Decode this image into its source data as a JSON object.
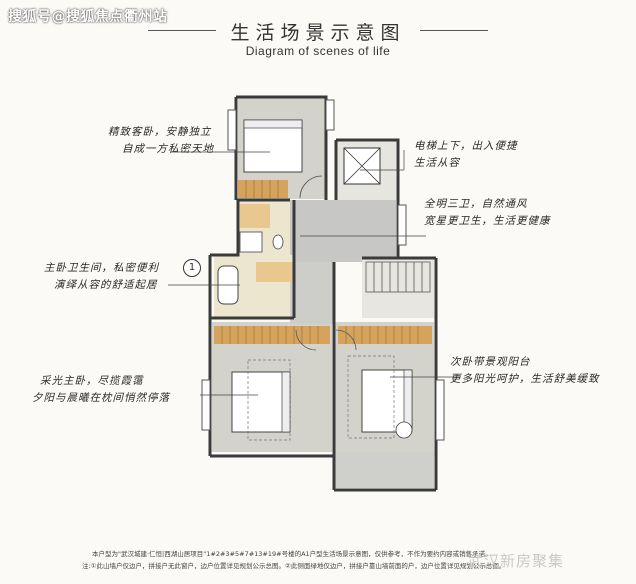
{
  "watermark_top": "搜狐号@搜狐焦点衢州站",
  "header": {
    "title_cn": "生活场景示意图",
    "title_en": "Diagram of scenes of life"
  },
  "annotations": [
    {
      "id": "bedroom-2",
      "lines": [
        "精致客卧，安静独立",
        "自成一方私密天地"
      ]
    },
    {
      "id": "elevator",
      "lines": [
        "电梯上下，出入便捷",
        "生活从容"
      ]
    },
    {
      "id": "bathrooms",
      "lines": [
        "全明三卫，自然通风",
        "宽星更卫生，生活更健康"
      ]
    },
    {
      "id": "master-bath",
      "lines": [
        "主卧卫生间，私密便利",
        "演绎从容的舒适起居"
      ]
    },
    {
      "id": "master-bedroom",
      "lines": [
        "采光主卧，尽揽霞霭",
        "夕阳与晨曦在枕间悄然停落"
      ]
    },
    {
      "id": "second-bedroom",
      "lines": [
        "次卧带景观阳台",
        "更多阳光呵护，生活舒美缓致"
      ]
    }
  ],
  "marker_label": "1",
  "footnotes": [
    "本户型为\"武汉城建·仁恒|西湖山居项目\"1#2#3#5#7#13#19#号楼的A1户型生活场景示意图，仅供参考，不作为要约内容或销售承诺。",
    "注:①此山墙户仅边户，拼接户无此窗户，边户位置详见规划公示总图。②此侧面绿地仅边户，拼接户靠山墙前面的户，边户位置详见规划公示总图。"
  ],
  "watermark_bottom": "武汉新房聚集",
  "colors": {
    "wood": "#d6a35c",
    "wood_light": "#e8c88f",
    "floor": "#d3d2cb",
    "corridor": "#c7c7c5",
    "bath": "#ede6cf",
    "wall": "#3a3a3a"
  }
}
